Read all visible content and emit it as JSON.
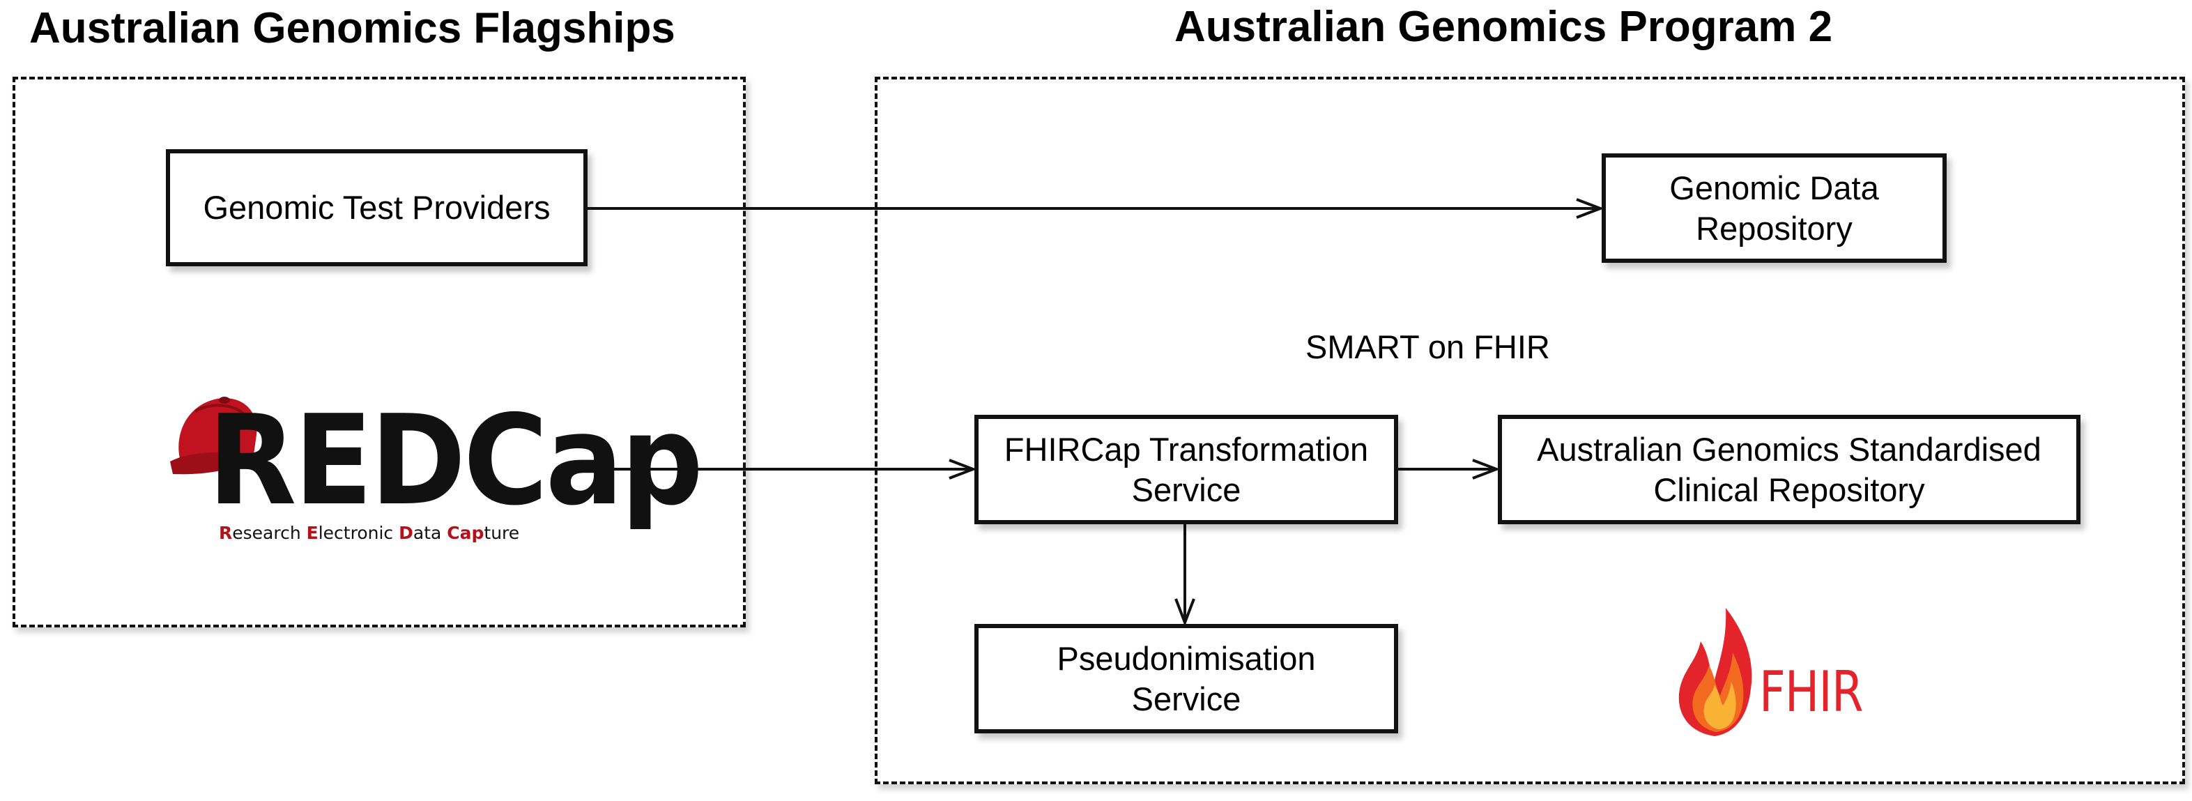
{
  "headings": {
    "left": "Australian Genomics Flagships",
    "right": "Australian Genomics Program 2"
  },
  "nodes": {
    "test_providers": "Genomic Test Providers",
    "genomic_repo": "Genomic Data\nRepository",
    "fhircap_service": "FHIRCap Transformation\nService",
    "standardised_repo": "Australian Genomics Standardised\nClinical Repository",
    "pseudonymisation": "Pseudonimisation\nService"
  },
  "labels": {
    "smart_on_fhir": "SMART on FHIR"
  },
  "logos": {
    "redcap": {
      "word": "REDCap",
      "tagline_parts": [
        "R",
        "esearch ",
        "E",
        "lectronic ",
        "D",
        "ata ",
        "Cap",
        "ture"
      ],
      "tagline_highlight_indexes": [
        0,
        2,
        4,
        6
      ],
      "hat_color": "#c1121f"
    },
    "fhir": {
      "word": "FHIR",
      "color": "#e3242b",
      "flame_colors": [
        "#e3242b",
        "#f26b21",
        "#f9b233"
      ]
    }
  },
  "edges": [
    {
      "from": "test_providers",
      "to": "genomic_repo"
    },
    {
      "from": "redcap",
      "to": "fhircap_service"
    },
    {
      "from": "fhircap_service",
      "to": "standardised_repo"
    },
    {
      "from": "fhircap_service",
      "to": "pseudonymisation"
    }
  ]
}
